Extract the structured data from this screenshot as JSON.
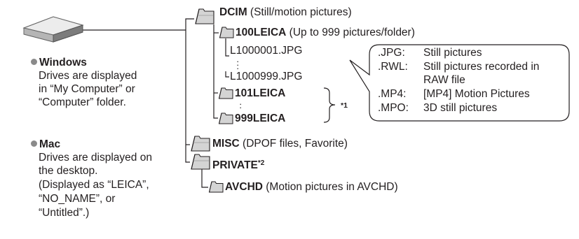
{
  "left_panel": {
    "windows": {
      "heading": "Windows",
      "lines": [
        "Drives are displayed",
        "in “My Computer” or",
        "“Computer” folder."
      ]
    },
    "mac": {
      "heading": "Mac",
      "lines": [
        "Drives are displayed on",
        "the desktop.",
        "(Displayed as “LEICA”,",
        "“NO_NAME”, or",
        "“Untitled”.)"
      ]
    }
  },
  "tree": {
    "dcim": {
      "name": "DCIM",
      "desc": " (Still/motion pictures)"
    },
    "f100": {
      "name": "100LEICA",
      "desc": " (Up to 999 pictures/folder)"
    },
    "file_first": "L1000001.JPG",
    "file_last": "L1000999.JPG",
    "f101": {
      "name": "101LEICA"
    },
    "f999": {
      "name": "999LEICA"
    },
    "note_1": "*1",
    "misc": {
      "name": "MISC",
      "desc": " (DPOF files, Favorite)"
    },
    "private": {
      "name": "PRIVATE",
      "note": "*2"
    },
    "avchd": {
      "name": "AVCHD",
      "desc": " (Motion pictures in AVCHD)"
    }
  },
  "callout": {
    "rows": [
      {
        "ext": ".JPG:",
        "desc": "Still pictures"
      },
      {
        "ext": ".RWL:",
        "desc": "Still pictures recorded in"
      },
      {
        "ext": "",
        "desc": "RAW file"
      },
      {
        "ext": ".MP4:",
        "desc": "[MP4] Motion Pictures"
      },
      {
        "ext": ".MPO:",
        "desc": "3D still pictures"
      }
    ]
  },
  "icons": [
    "drive-icon",
    "folder-icon",
    "bullet-icon"
  ],
  "colors": {
    "text": "#231f20",
    "line": "#231f20",
    "folder_fill": "#d4d4d4",
    "bullet": "#8a8a8a"
  }
}
